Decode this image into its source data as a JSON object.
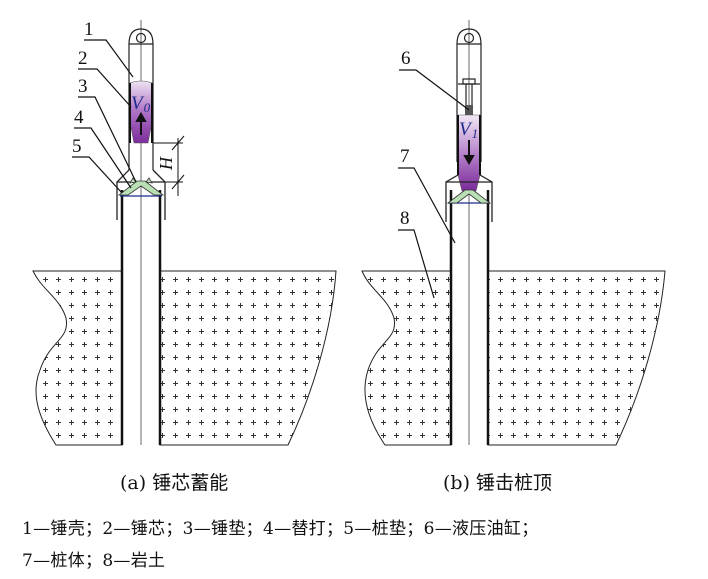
{
  "figure_a": {
    "caption": "(a) 锤芯蓄能",
    "callouts": [
      "1",
      "2",
      "3",
      "4",
      "5"
    ],
    "velocity_label": "V",
    "velocity_subscript": "0",
    "velocity_direction": "up",
    "height_label": "H"
  },
  "figure_b": {
    "caption": "(b) 锤击桩顶",
    "callouts": [
      "6",
      "7",
      "8"
    ],
    "velocity_label": "V",
    "velocity_subscript": "1",
    "velocity_direction": "down"
  },
  "legend": {
    "line1": "1—锤壳；2—锤芯；3—锤垫；4—替打；5—桩垫；6—液压油缸；",
    "line2": "7—桩体；8—岩土"
  },
  "colors": {
    "hammer_core_purple": "#8e3fae",
    "pad_green": "#b9dfb4",
    "label_blue": "#1e2a8a"
  }
}
